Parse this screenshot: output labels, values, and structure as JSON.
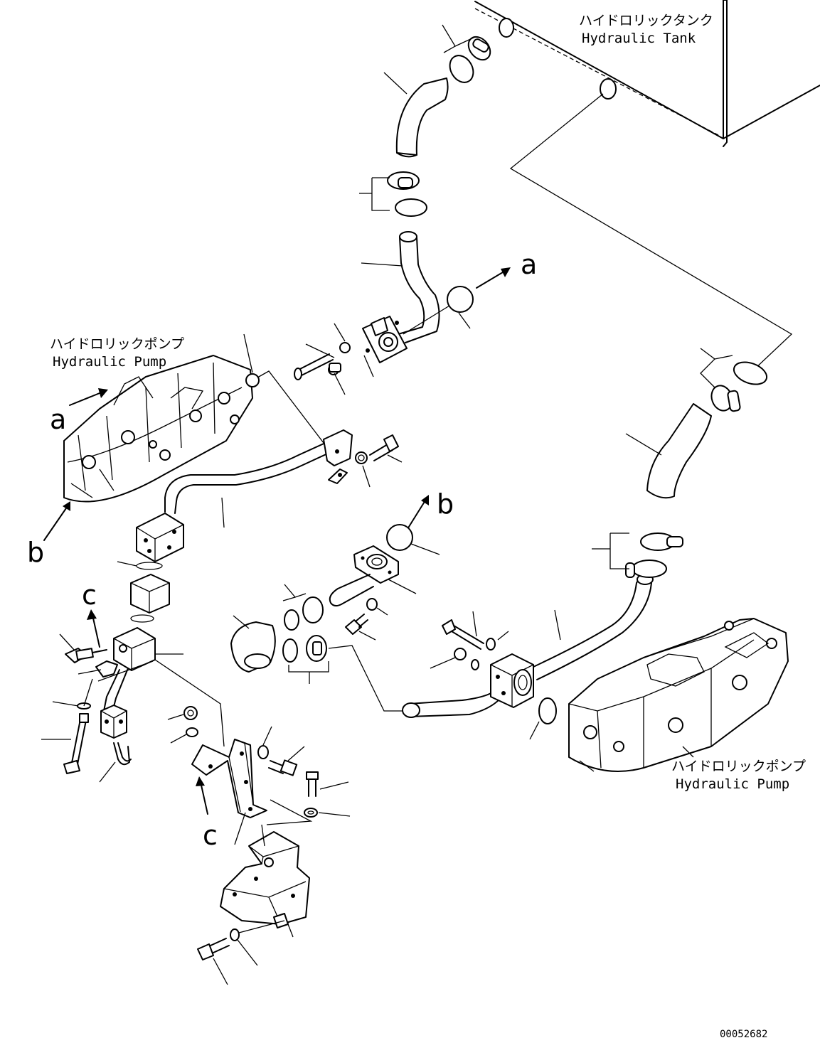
{
  "labels": {
    "tank_jp": "ハイドロリックタンク",
    "tank_en": "Hydraulic Tank",
    "pump_left_jp": "ハイドロリックポンプ",
    "pump_left_en": "Hydraulic Pump",
    "pump_right_jp": "ハイドロリックポンプ",
    "pump_right_en": "Hydraulic Pump"
  },
  "view_letters": {
    "a_top": "a",
    "a_pump": "a",
    "b_mid": "b",
    "b_pump": "b",
    "c_left": "c",
    "c_bracket": "c"
  },
  "drawing_number": "00052682"
}
